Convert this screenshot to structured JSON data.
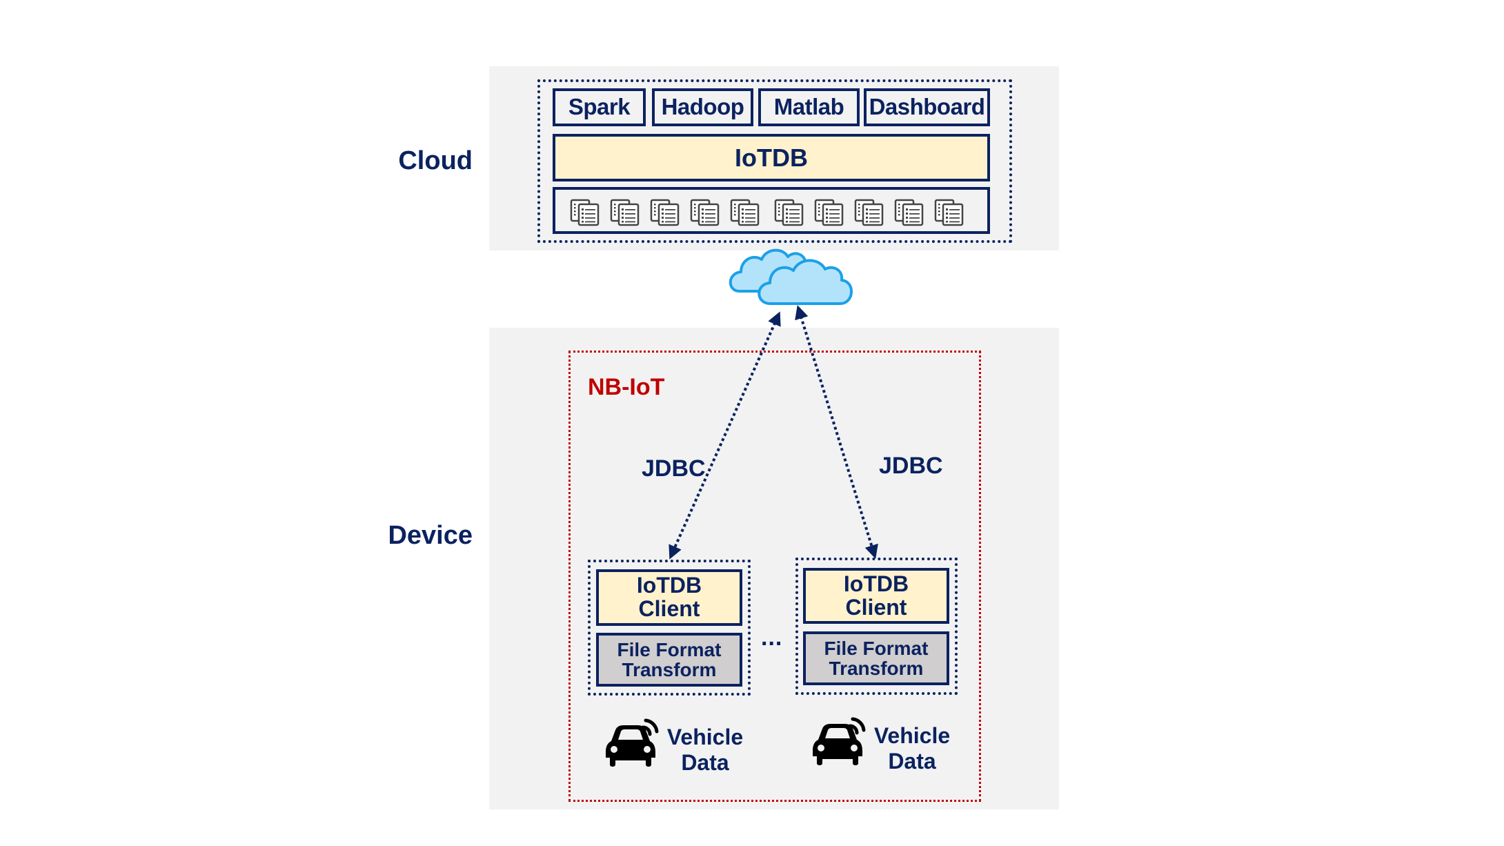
{
  "layers": {
    "cloud_label": "Cloud",
    "device_label": "Device"
  },
  "cloud": {
    "tools": [
      "Spark",
      "Hadoop",
      "Matlab",
      "Dashboard"
    ],
    "database": "IoTDB",
    "file_icon_count": 10,
    "file_icon": "document-stack-icon"
  },
  "network": {
    "label": "NB-IoT",
    "cloud_icon": "cloud-icon",
    "connections": [
      {
        "label": "JDBC",
        "type": "bidirectional-dotted-arrow"
      },
      {
        "label": "JDBC",
        "type": "bidirectional-dotted-arrow"
      }
    ]
  },
  "devices": [
    {
      "client_line1": "IoTDB",
      "client_line2": "Client",
      "transform_line1": "File Format",
      "transform_line2": "Transform",
      "source_line1": "Vehicle",
      "source_line2": "Data",
      "icon": "connected-car-icon"
    },
    {
      "client_line1": "IoTDB",
      "client_line2": "Client",
      "transform_line1": "File Format",
      "transform_line2": "Transform",
      "source_line1": "Vehicle",
      "source_line2": "Data",
      "icon": "connected-car-icon"
    }
  ],
  "ellipsis": "...",
  "colors": {
    "navy": "#0B2260",
    "red": "#C00000",
    "panel": "#F2F2F2",
    "highlight": "#FFF2CC",
    "gray_box": "#D0CECE",
    "cloud_fill": "#B3E3FB",
    "cloud_stroke": "#1CA0E8"
  }
}
